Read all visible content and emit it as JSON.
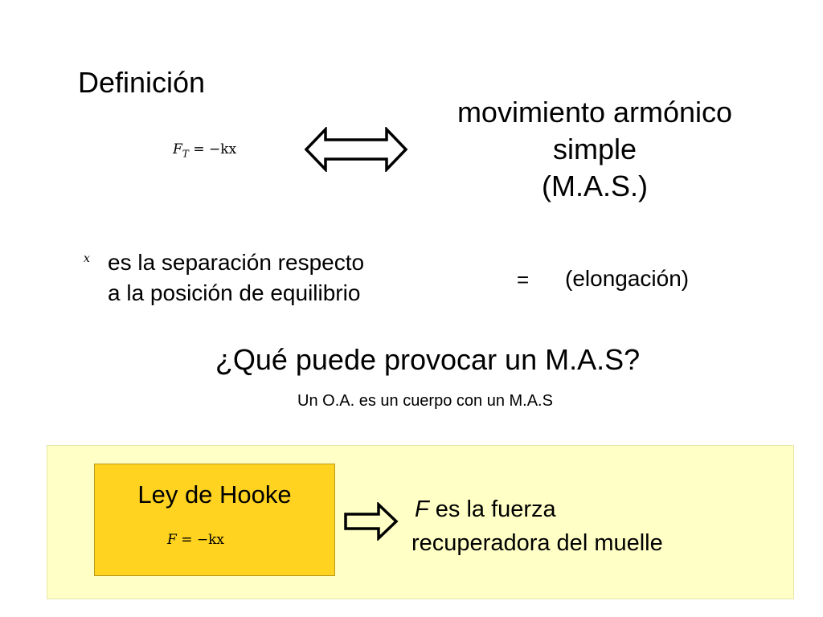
{
  "slide": {
    "title": "Definición",
    "ft_formula": {
      "lhs": "F",
      "sub": "T",
      "rhs": "= −kx"
    },
    "mas_title_line1": "movimiento armónico",
    "mas_title_line2": "simple",
    "mas_title_line3": "(M.A.S.)",
    "x_symbol": "x",
    "x_description_line1": "es la separación respecto",
    "x_description_line2": "a la posición de equilibrio",
    "equals_sign": "=",
    "elongation": "(elongación)",
    "question": "¿Qué puede provocar un M.A.S?",
    "oa_note": "Un O.A. es un cuerpo con un M.A.S"
  },
  "hooke": {
    "box_title": "Ley de Hooke",
    "formula": {
      "lhs": "F",
      "rhs": "= −kx"
    },
    "desc_symbol": "F",
    "desc_line1": " es la fuerza",
    "desc_line2": "recuperadora del muelle"
  },
  "colors": {
    "panel_background": "#ffffc6",
    "hooke_box": "#ffd320",
    "text": "#000000"
  },
  "icons": [
    "double-arrow-icon",
    "right-arrow-icon"
  ]
}
